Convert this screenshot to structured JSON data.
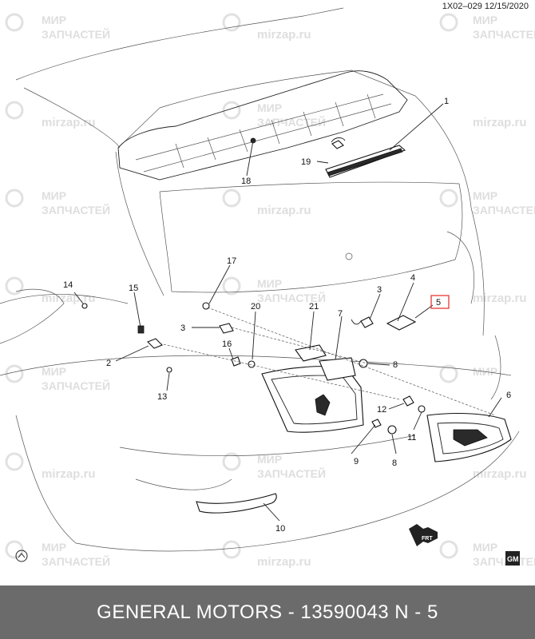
{
  "header": {
    "code": "1X02–029 12/15/2020"
  },
  "callouts": [
    {
      "n": "1"
    },
    {
      "n": "2"
    },
    {
      "n": "3"
    },
    {
      "n": "3"
    },
    {
      "n": "4"
    },
    {
      "n": "5"
    },
    {
      "n": "6"
    },
    {
      "n": "7"
    },
    {
      "n": "8"
    },
    {
      "n": "8"
    },
    {
      "n": "9"
    },
    {
      "n": "10"
    },
    {
      "n": "11"
    },
    {
      "n": "12"
    },
    {
      "n": "13"
    },
    {
      "n": "14"
    },
    {
      "n": "15"
    },
    {
      "n": "16"
    },
    {
      "n": "17"
    },
    {
      "n": "18"
    },
    {
      "n": "19"
    },
    {
      "n": "20"
    },
    {
      "n": "21"
    }
  ],
  "highlight": {
    "callout": "5",
    "color": "#e53935"
  },
  "watermark": {
    "line1": "МИР",
    "line2": "ЗАПЧАСТЕЙ",
    "url": "mirzap.ru"
  },
  "arrow_label": "FRT",
  "logo": {
    "text": "GM"
  },
  "footer": {
    "text": "GENERAL MOTORS - 13590043      N - 5"
  }
}
